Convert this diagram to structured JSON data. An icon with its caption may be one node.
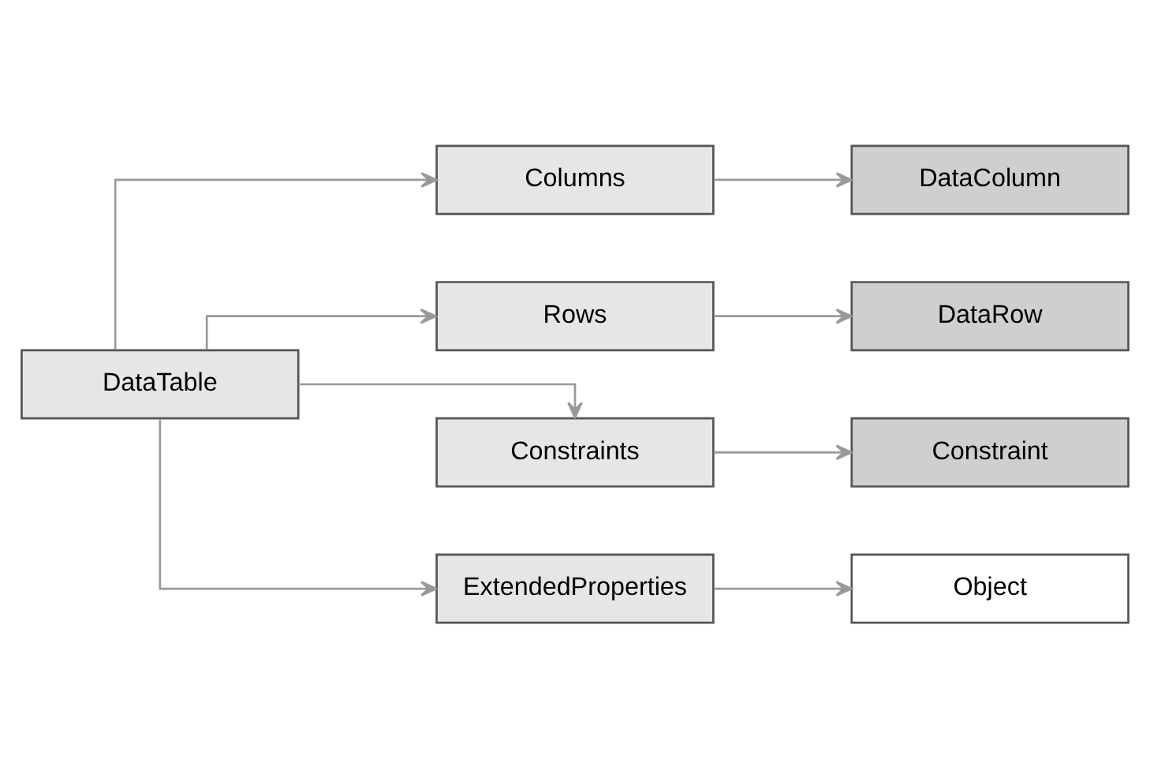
{
  "diagram": {
    "nodes": [
      {
        "text": [
          "DataTable"
        ]
      },
      {
        "text": [
          "Columns"
        ]
      },
      {
        "text": [
          "DataColumn"
        ]
      },
      {
        "text": [
          "Rows"
        ]
      },
      {
        "text": [
          "DataRow"
        ]
      },
      {
        "text": [
          "Constraints"
        ]
      },
      {
        "text": [
          "Constraint"
        ]
      },
      {
        "text": [
          "ExtendedProperties"
        ]
      },
      {
        "text": [
          "Object"
        ]
      }
    ],
    "edges": [
      {
        "from": 0,
        "to": 1,
        "arrow": "to"
      },
      {
        "from": 1,
        "to": 2,
        "arrow": "to"
      },
      {
        "from": 0,
        "to": 3,
        "arrow": "to"
      },
      {
        "from": 3,
        "to": 4,
        "arrow": "to"
      },
      {
        "from": 0,
        "to": 5,
        "arrow": "to"
      },
      {
        "from": 5,
        "to": 6,
        "arrow": "to"
      },
      {
        "from": 0,
        "to": 7,
        "arrow": "to"
      },
      {
        "from": 7,
        "to": 8,
        "arrow": "to"
      }
    ]
  }
}
